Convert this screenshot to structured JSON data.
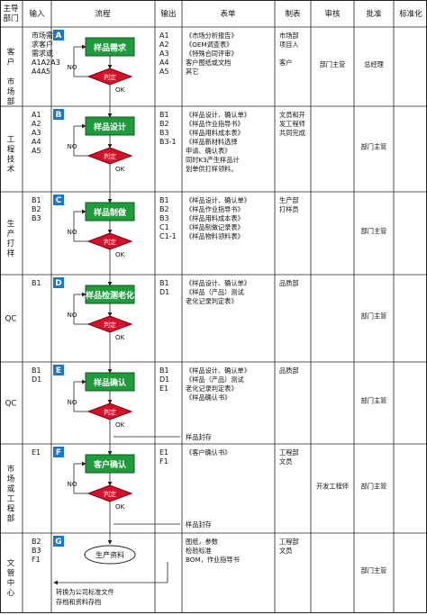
{
  "headers": {
    "dept": "主导部门",
    "input": "输入",
    "flow": "流程",
    "output": "输出",
    "forms": "表单",
    "make": "制表",
    "review": "审核",
    "approve": "批准",
    "standard": "标准化"
  },
  "colors": {
    "process_green": "#1f9b3c",
    "decision_red": "#d4102a",
    "letter_blue": "#1d77c8",
    "line": "#222222"
  },
  "rows": [
    {
      "dept": [
        "客户",
        "市场部"
      ],
      "inputs": [
        "市场需",
        "求客户",
        "需求或",
        "A1A2A3",
        "A4A5"
      ],
      "letter": "A",
      "process": "样品需求",
      "decision": "判定",
      "no": "NO",
      "ok": "OK",
      "outputs": [
        "A1",
        "A2",
        "A3",
        "A4",
        "A5"
      ],
      "forms": [
        "《市场分析报告》",
        "《OEM调查表》",
        "《特殊合同评审》",
        "客户图纸或文档",
        "其它"
      ],
      "make": [
        "市场部",
        "项目人",
        "",
        "客户"
      ],
      "review": "部门主管",
      "approve": "总经理"
    },
    {
      "dept": [
        "工程",
        "技术"
      ],
      "inputs": [
        "A1",
        "A2",
        "A3",
        "A4",
        "A5"
      ],
      "letter": "B",
      "process": "样品设计",
      "decision": "判定",
      "no": "NO",
      "ok": "OK",
      "outputs": [
        "B1",
        "B2",
        "B3",
        "B3-1"
      ],
      "forms": [
        "《样品设计、确认单》",
        "《样品作业指导书》",
        "《样品用料成本表》",
        "《样品新材料选择",
        "申请、确认表》",
        "同时K3产生样品计",
        "划单供打样领料。"
      ],
      "make": [
        "文员和开",
        "发工程师",
        "共同完成"
      ],
      "review": "",
      "approve": "部门主管"
    },
    {
      "dept": [
        "生产",
        "打样"
      ],
      "inputs": [
        "B1",
        "B2",
        "B3"
      ],
      "letter": "C",
      "process": "样品制做",
      "decision": "判定",
      "no": "NO",
      "ok": "OK",
      "outputs": [
        "B1",
        "B2",
        "B3",
        "C1",
        "C1-1"
      ],
      "forms": [
        "《样品设计、确认单》",
        "《样品作业指导书》",
        "《样品用料成本表》",
        "《样品制做记录表》",
        "《样品物料领料表》"
      ],
      "make": [
        "生产部",
        "打样员"
      ],
      "review": "",
      "approve": "部门主管"
    },
    {
      "dept": [
        "QC"
      ],
      "inputs": [
        "B1"
      ],
      "letter": "D",
      "process": "样品检测老化",
      "decision": "判定",
      "no": "NO",
      "ok": "OK",
      "outputs": [
        "B1",
        "D1"
      ],
      "forms": [
        "《样品设计、确认单》",
        "《样品（产品）测试",
        "老化记录判定表》"
      ],
      "make": [
        "品质部"
      ],
      "review": "",
      "approve": "部门主管"
    },
    {
      "dept": [
        "QC"
      ],
      "inputs": [
        "B1",
        "D1"
      ],
      "letter": "E",
      "process": "样品确认",
      "decision": "判定",
      "no": "NO",
      "ok": "OK",
      "outputs": [
        "B1",
        "D1",
        "E1"
      ],
      "forms": [
        "《样品设计、确认单》",
        "《样品（产品）测试",
        "老化记录判定表》",
        "《样品确认书》"
      ],
      "make": [
        "品质部"
      ],
      "review": "",
      "approve": "部门主管",
      "side_note": "样品封存"
    },
    {
      "dept": [
        "市场",
        "或工",
        "程部"
      ],
      "inputs": [
        "E1"
      ],
      "letter": "F",
      "process": "客户确认",
      "decision": "判定",
      "no": "NO",
      "ok": "OK",
      "outputs": [
        "E1",
        "F1"
      ],
      "forms": [
        "《客户确认书》"
      ],
      "make": [
        "工程部",
        "文员"
      ],
      "review": "开发工程师",
      "approve": "部门主管",
      "side_note": "样品封存"
    },
    {
      "dept": [
        "文管",
        "中心"
      ],
      "inputs": [
        "B2",
        "B3",
        "F1"
      ],
      "letter": "G",
      "process": "生产资料",
      "bottom_note": [
        "转换为公司标准文件",
        "存档和资料存档"
      ],
      "forms": [
        "图纸，参数",
        "检验标准",
        "BOM，作业指导书"
      ],
      "make": [
        "工程部",
        "文员"
      ],
      "review": "",
      "approve": "部门主管"
    }
  ]
}
